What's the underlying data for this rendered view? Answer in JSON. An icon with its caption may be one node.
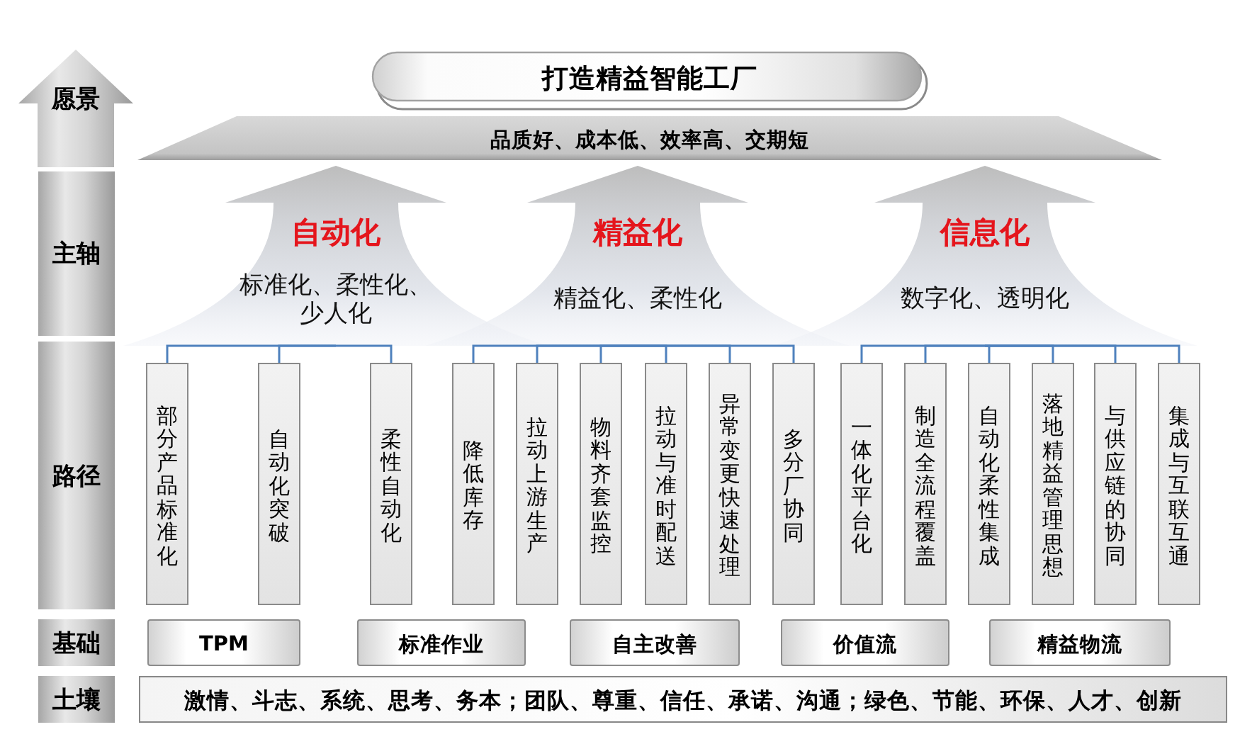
{
  "diagram": {
    "nodes": [
      {
        "text": [
          "愿景"
        ]
      },
      {
        "text": [
          "主轴"
        ]
      },
      {
        "text": [
          "路径"
        ]
      },
      {
        "text": [
          "基础"
        ]
      },
      {
        "text": [
          "土壤"
        ]
      },
      {
        "text": [
          "打造精益智能工厂"
        ]
      },
      {
        "text": [
          "品质好、成本低、效率高、交期短"
        ]
      },
      {
        "text": [
          "自动化",
          "标准化、柔性化、少人化"
        ]
      },
      {
        "text": [
          "精益化",
          "精益化、柔性化"
        ]
      },
      {
        "text": [
          "信息化",
          "数字化、透明化"
        ]
      },
      {
        "text": [
          "部分产品标准化"
        ]
      },
      {
        "text": [
          "自动化突破"
        ]
      },
      {
        "text": [
          "柔性自动化"
        ]
      },
      {
        "text": [
          "降低库存"
        ]
      },
      {
        "text": [
          "拉动上游生产"
        ]
      },
      {
        "text": [
          "物料齐套监控"
        ]
      },
      {
        "text": [
          "拉动与准时配送"
        ]
      },
      {
        "text": [
          "异常变更快速处理"
        ]
      },
      {
        "text": [
          "多分厂协同"
        ]
      },
      {
        "text": [
          "一体化平台化"
        ]
      },
      {
        "text": [
          "制造全流程覆盖"
        ]
      },
      {
        "text": [
          "自动化柔性集成"
        ]
      },
      {
        "text": [
          "落地精益管理思想"
        ]
      },
      {
        "text": [
          "与供应链的协同"
        ]
      },
      {
        "text": [
          "集成与互联互通"
        ]
      },
      {
        "text": [
          "TPM"
        ]
      },
      {
        "text": [
          "标准作业"
        ]
      },
      {
        "text": [
          "自主改善"
        ]
      },
      {
        "text": [
          "价值流"
        ]
      },
      {
        "text": [
          "精益物流"
        ]
      },
      {
        "text": [
          "激情、斗志、系统、思考、务本；团队、尊重、信任、承诺、沟通；绿色、节能、环保、人才、创新"
        ]
      }
    ],
    "edges": [
      {
        "from": 7,
        "to": 10,
        "arrow": "none"
      },
      {
        "from": 7,
        "to": 11,
        "arrow": "none"
      },
      {
        "from": 7,
        "to": 12,
        "arrow": "none"
      },
      {
        "from": 8,
        "to": 13,
        "arrow": "none"
      },
      {
        "from": 8,
        "to": 14,
        "arrow": "none"
      },
      {
        "from": 8,
        "to": 15,
        "arrow": "none"
      },
      {
        "from": 8,
        "to": 16,
        "arrow": "none"
      },
      {
        "from": 8,
        "to": 17,
        "arrow": "none"
      },
      {
        "from": 8,
        "to": 18,
        "arrow": "none"
      },
      {
        "from": 9,
        "to": 19,
        "arrow": "none"
      },
      {
        "from": 9,
        "to": 20,
        "arrow": "none"
      },
      {
        "from": 9,
        "to": 21,
        "arrow": "none"
      },
      {
        "from": 9,
        "to": 22,
        "arrow": "none"
      },
      {
        "from": 9,
        "to": 23,
        "arrow": "none"
      },
      {
        "from": 9,
        "to": 24,
        "arrow": "none"
      }
    ]
  }
}
